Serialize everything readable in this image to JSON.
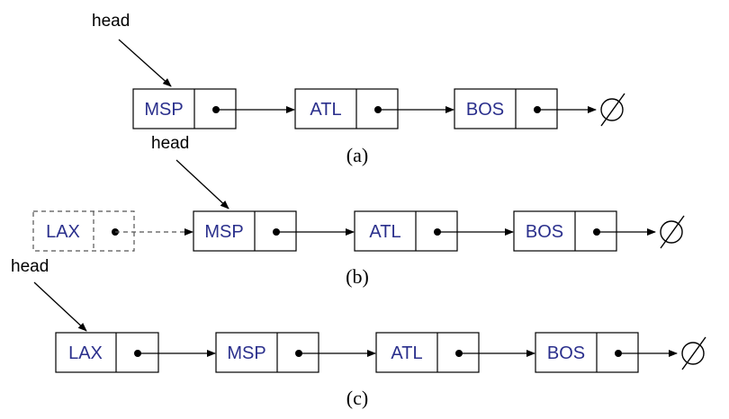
{
  "diagram": {
    "panels": [
      {
        "caption": "(a)",
        "head_label": "head",
        "nodes": [
          {
            "label": "MSP",
            "dashed": false
          },
          {
            "label": "ATL",
            "dashed": false
          },
          {
            "label": "BOS",
            "dashed": false
          }
        ]
      },
      {
        "caption": "(b)",
        "head_label": "head",
        "nodes": [
          {
            "label": "LAX",
            "dashed": true
          },
          {
            "label": "MSP",
            "dashed": false
          },
          {
            "label": "ATL",
            "dashed": false
          },
          {
            "label": "BOS",
            "dashed": false
          }
        ]
      },
      {
        "caption": "(c)",
        "head_label": "head",
        "nodes": [
          {
            "label": "LAX",
            "dashed": false
          },
          {
            "label": "MSP",
            "dashed": false
          },
          {
            "label": "ATL",
            "dashed": false
          },
          {
            "label": "BOS",
            "dashed": false
          }
        ]
      }
    ],
    "null_symbol": "∅",
    "colors": {
      "node_label": "#2a2f8c",
      "line": "#000000",
      "dashed": "#555555"
    }
  }
}
